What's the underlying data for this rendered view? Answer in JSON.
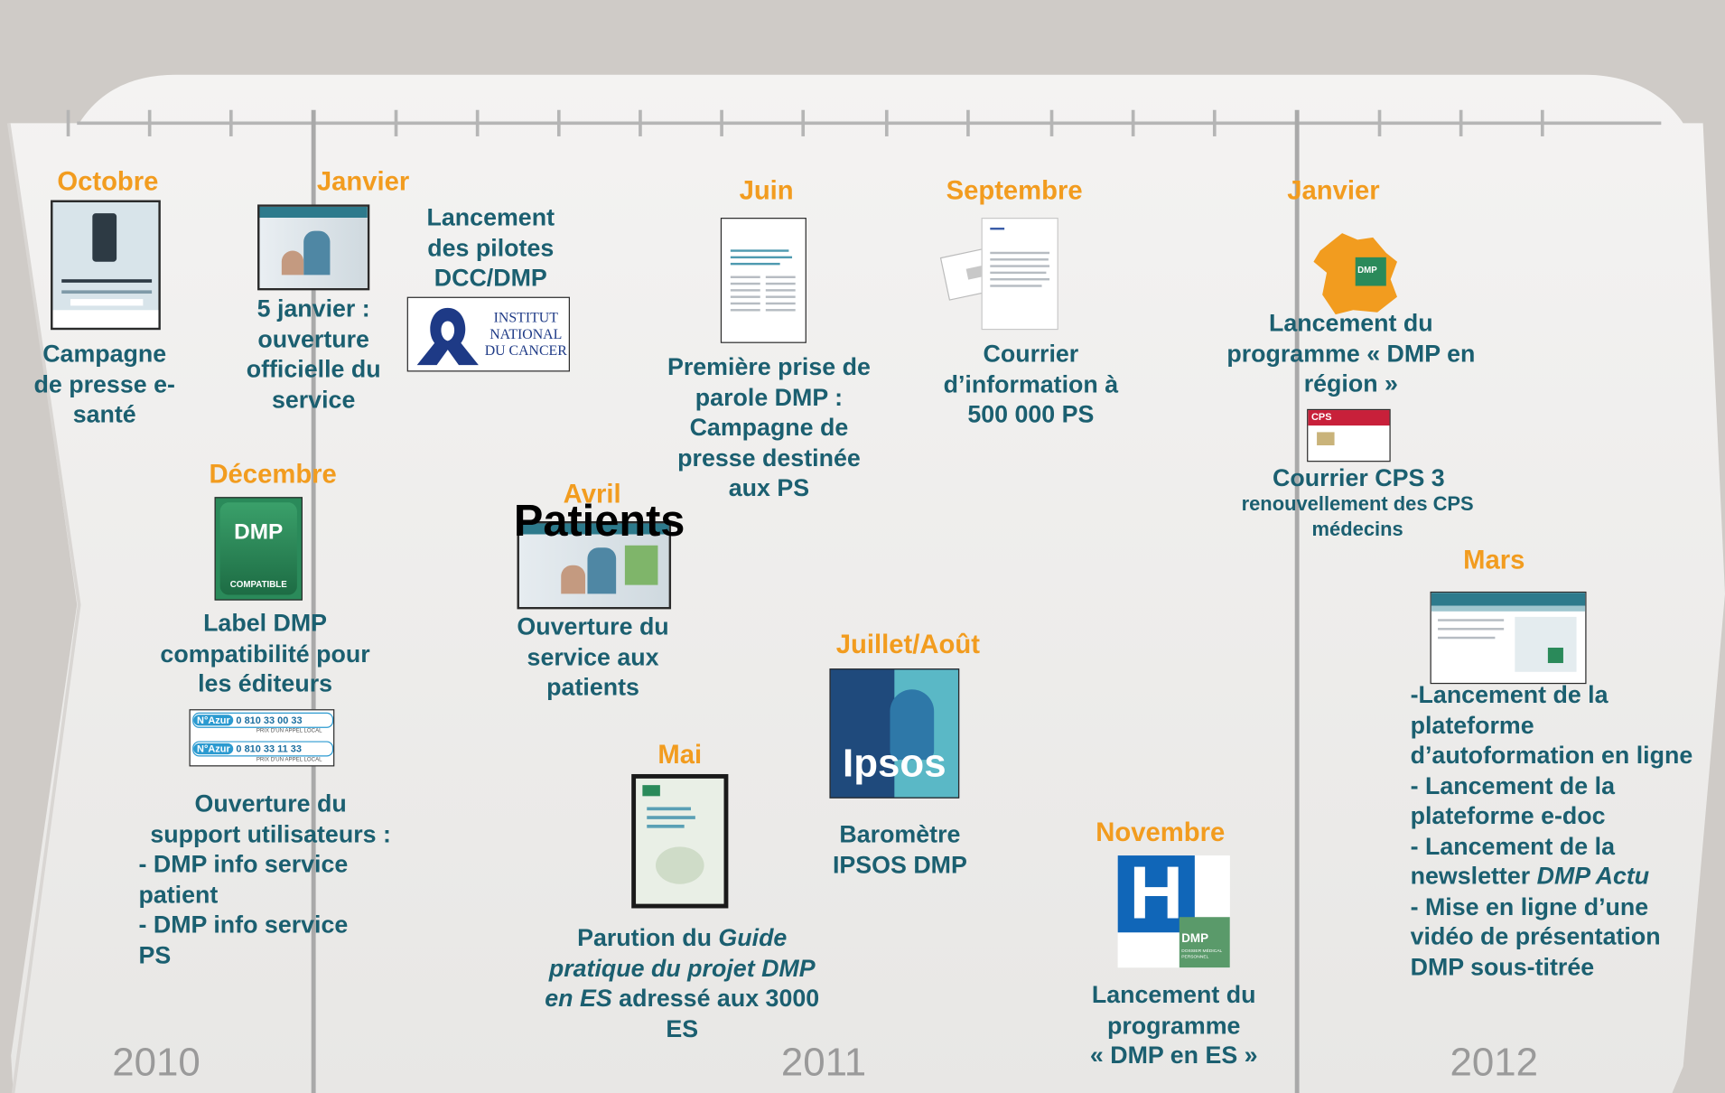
{
  "years": [
    "2010",
    "2011",
    "2012"
  ],
  "events": [
    {
      "month": "Octobre",
      "text": [
        "Campagne",
        "de presse e-",
        "santé"
      ]
    },
    {
      "month": "Janvier",
      "text": [
        "5 janvier :",
        "ouverture",
        "officielle du",
        "service"
      ]
    },
    {
      "text": [
        "Lancement",
        "des pilotes",
        "DCC/DMP"
      ],
      "logo": [
        "INSTITUT",
        "NATIONAL",
        "DU CANCER"
      ]
    },
    {
      "month": "Décembre",
      "text": [
        "Label DMP",
        "compatibilité pour",
        "les éditeurs"
      ],
      "badge": [
        "DMP",
        "COMPATIBLE"
      ]
    },
    {
      "phones": [
        {
          "brand": "N°Azur",
          "number": "0 810 33 00 33",
          "note": "PRIX D'UN APPEL LOCAL"
        },
        {
          "brand": "N°Azur",
          "number": "0 810 33 11 33",
          "note": "PRIX D'UN APPEL LOCAL"
        }
      ],
      "text": [
        "Ouverture du",
        "support utilisateurs :",
        "- DMP info service",
        "patient",
        "- DMP info service",
        "PS"
      ]
    },
    {
      "month": "Avril",
      "overlay": "Patients",
      "text": [
        "Ouverture du",
        "service aux",
        "patients"
      ]
    },
    {
      "month": "Mai",
      "text_html": [
        "Parution du <i>Guide</i>",
        "<i>pratique du projet DMP</i>",
        "<i>en ES</i> adressé aux 3000",
        "ES"
      ]
    },
    {
      "month": "Juin",
      "text": [
        "Première prise de",
        "parole DMP :",
        "Campagne de",
        "presse destinée",
        "aux PS"
      ]
    },
    {
      "month": "Juillet/Août",
      "logo": "Ipsos",
      "text": [
        "Baromètre",
        "IPSOS DMP"
      ]
    },
    {
      "month": "Septembre",
      "text": [
        "Courrier",
        "d’information à",
        "500 000 PS"
      ]
    },
    {
      "month": "Novembre",
      "logo": [
        "H",
        "DMP",
        "DOSSIER MÉDICAL PERSONNEL"
      ],
      "text": [
        "Lancement du",
        "programme",
        "« DMP en ES »"
      ]
    },
    {
      "month": "Janvier",
      "text": [
        "Lancement du",
        "programme « DMP en",
        "région »"
      ],
      "map_label": "DMP"
    },
    {
      "card": "CPS",
      "title": "Courrier CPS 3",
      "text": [
        "renouvellement des CPS",
        "médecins"
      ]
    },
    {
      "month": "Mars",
      "text_html": [
        "-Lancement de la",
        "plateforme",
        "d’autoformation en ligne",
        "- Lancement de la",
        "plateforme e-doc",
        "- Lancement de la",
        "newsletter <i>DMP Actu</i>",
        "- Mise en ligne d’une",
        "vidéo de présentation",
        "DMP sous-titrée"
      ]
    }
  ],
  "colors": {
    "month": "#f29c1f",
    "text": "#1b5f70",
    "year": "#9a9a9a",
    "board": "#ecebea",
    "timeline": "#a9a9a9"
  }
}
